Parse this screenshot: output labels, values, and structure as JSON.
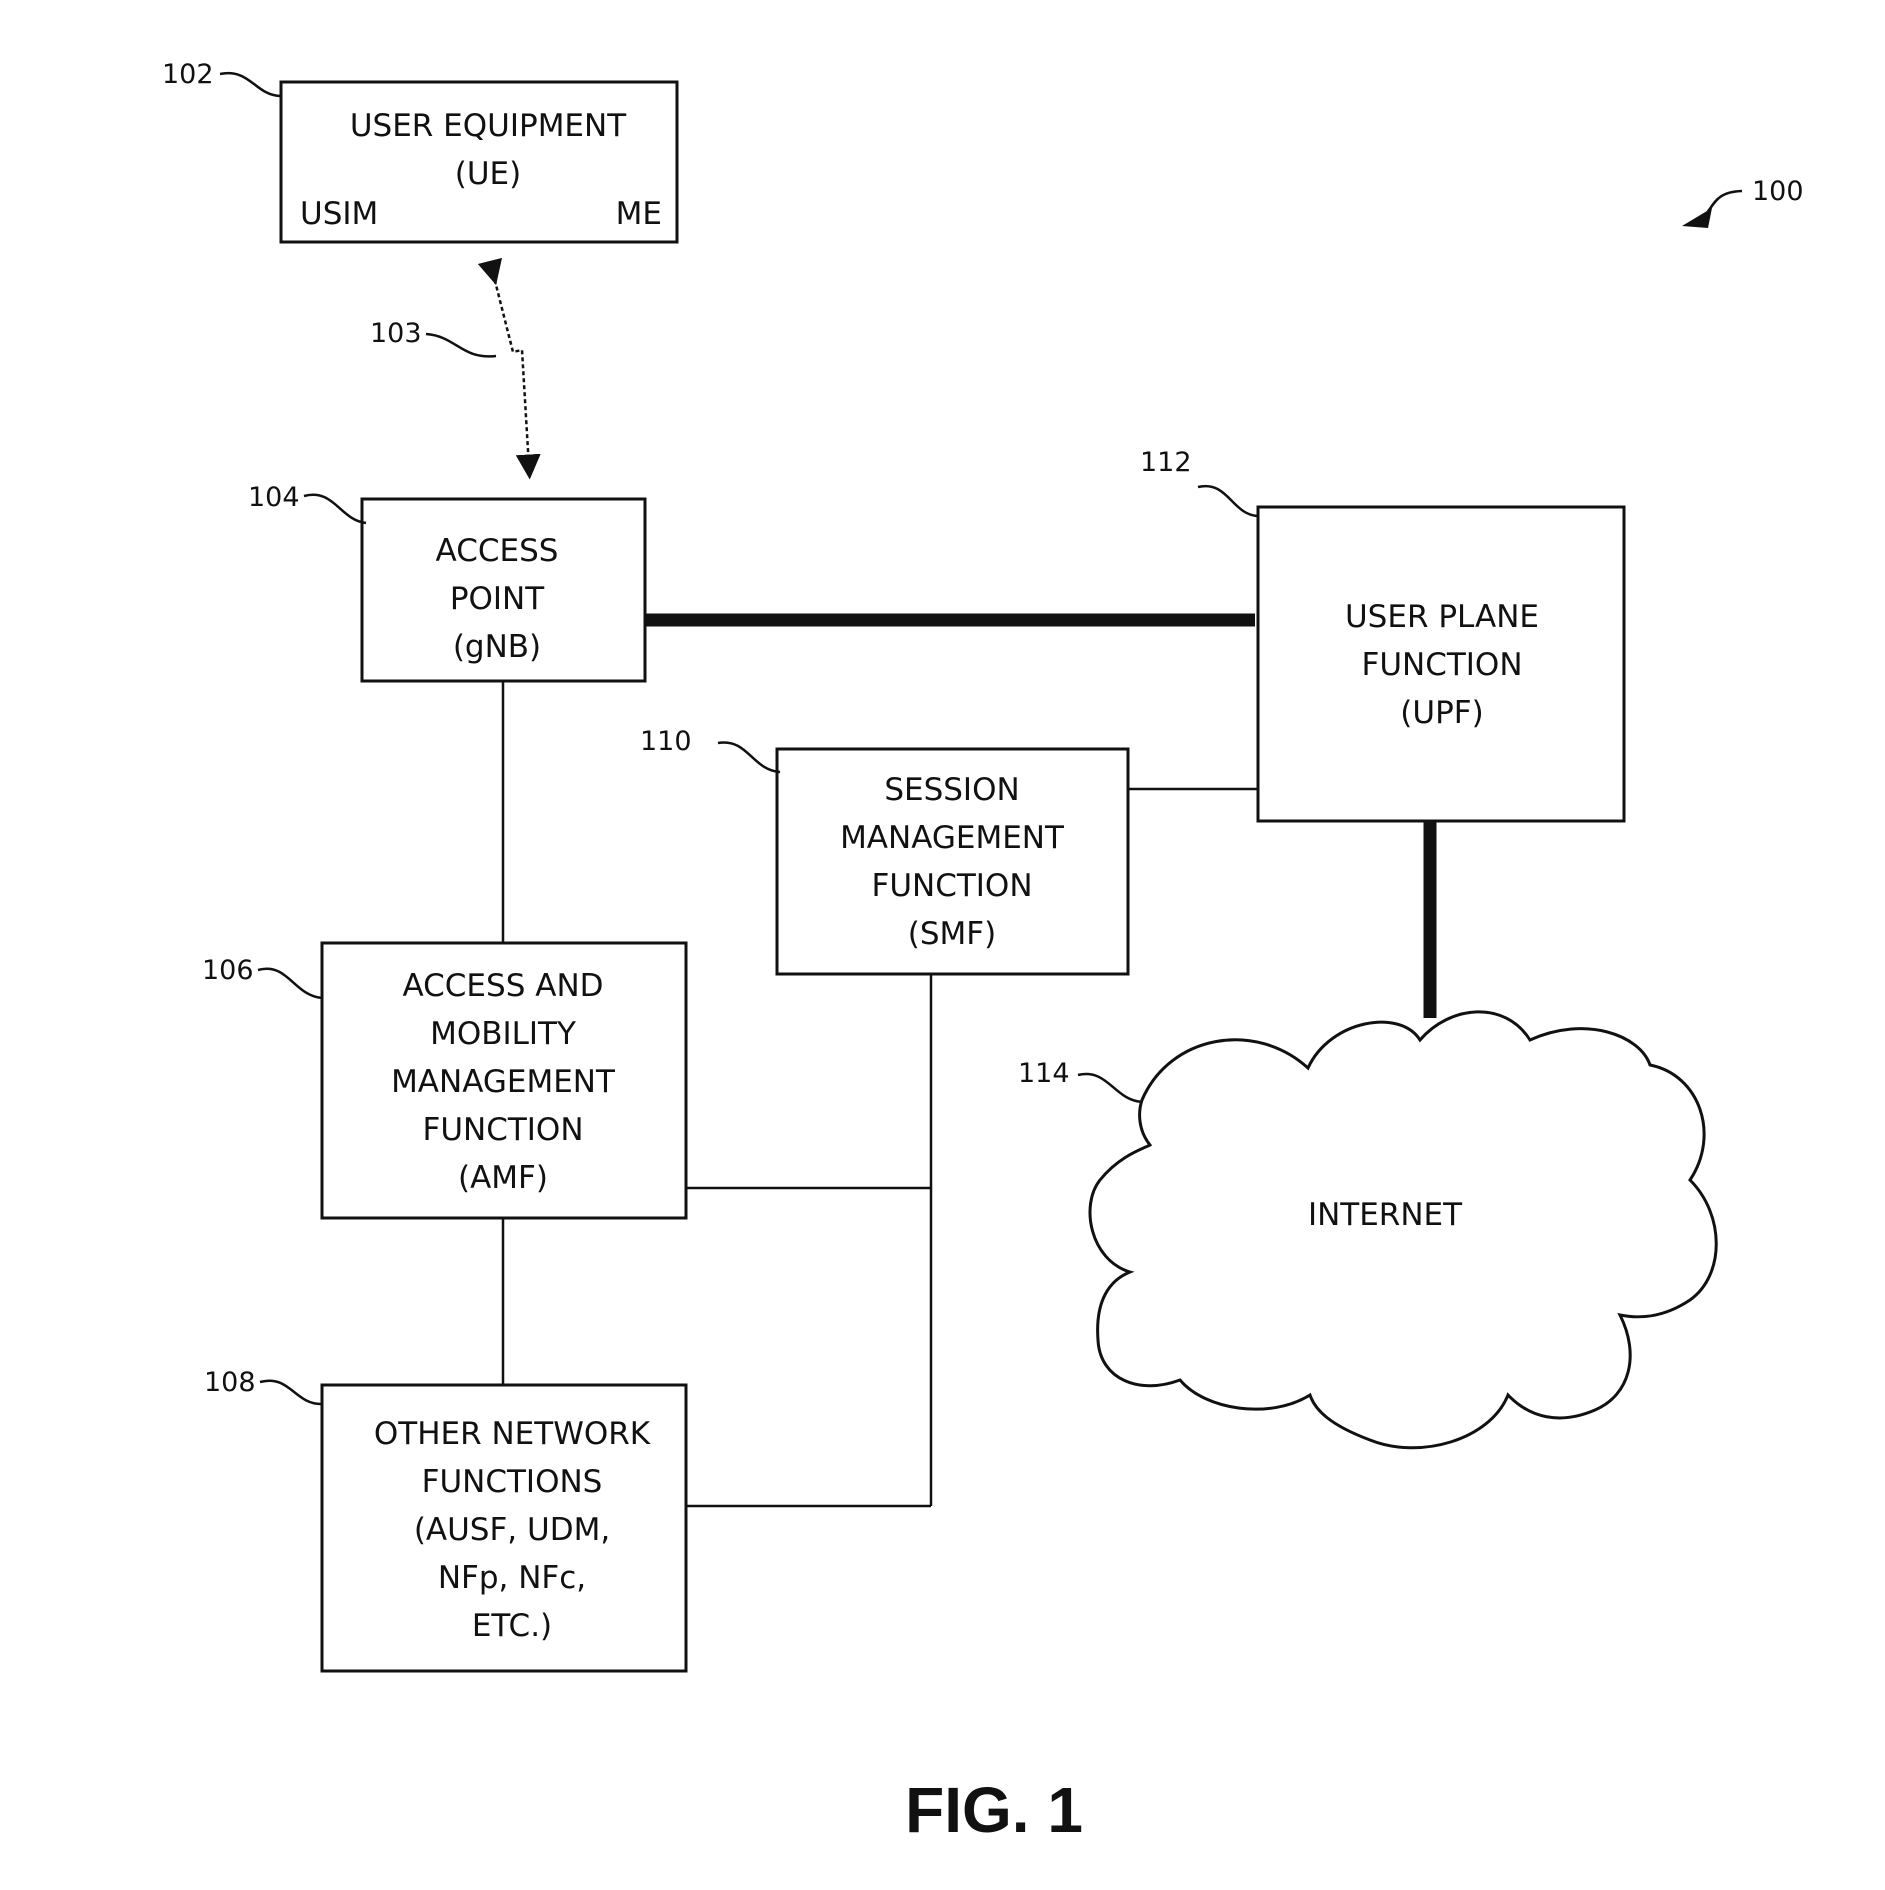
{
  "diagram": {
    "reference_number": "100",
    "figure_label": "FIG. 1",
    "ue": {
      "ref": "102",
      "title_line1": "USER EQUIPMENT",
      "title_line2": "(UE)",
      "left_label": "USIM",
      "right_label": "ME"
    },
    "wireless_link": {
      "ref": "103"
    },
    "access_point": {
      "ref": "104",
      "lines": [
        "ACCESS",
        "POINT",
        "(gNB)"
      ]
    },
    "amf": {
      "ref": "106",
      "lines": [
        "ACCESS AND",
        "MOBILITY",
        "MANAGEMENT",
        "FUNCTION",
        "(AMF)"
      ]
    },
    "other_nf": {
      "ref": "108",
      "lines": [
        "OTHER NETWORK",
        "FUNCTIONS",
        "(AUSF, UDM,",
        "NFp, NFc,",
        "ETC.)"
      ]
    },
    "smf": {
      "ref": "110",
      "lines": [
        "SESSION",
        "MANAGEMENT",
        "FUNCTION",
        "(SMF)"
      ]
    },
    "upf": {
      "ref": "112",
      "lines": [
        "USER PLANE",
        "FUNCTION",
        "(UPF)"
      ]
    },
    "internet": {
      "ref": "114",
      "label": "INTERNET"
    }
  }
}
